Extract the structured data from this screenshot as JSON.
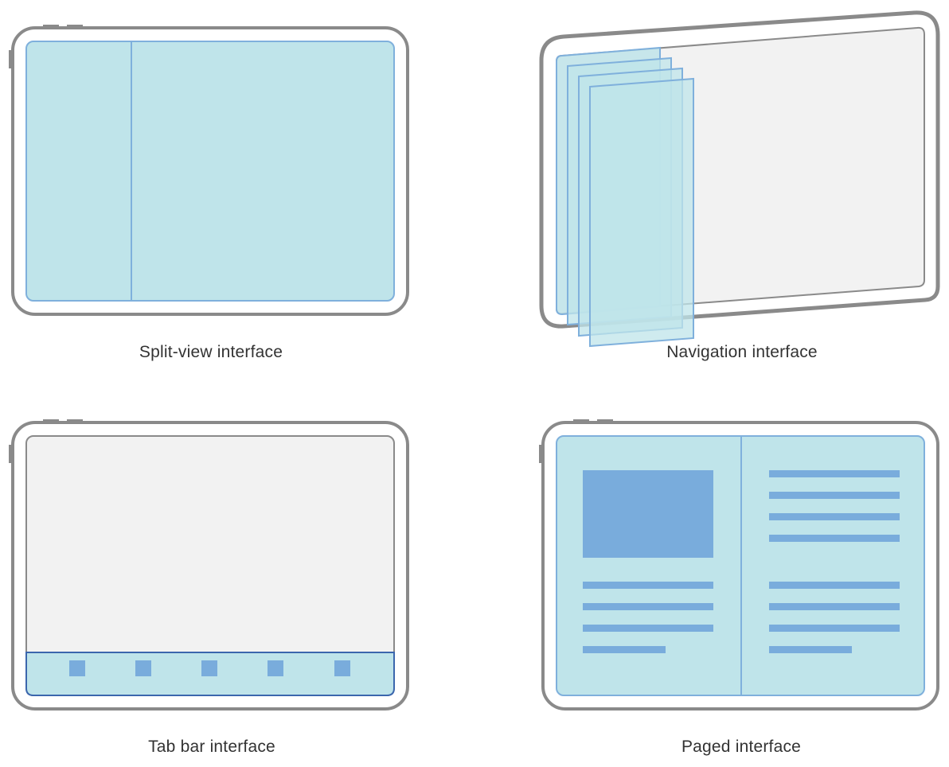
{
  "captions": {
    "split_view": "Split-view interface",
    "navigation": "Navigation interface",
    "tab_bar": "Tab bar interface",
    "paged": "Paged interface"
  },
  "colors": {
    "device_frame": "#8a8a8a",
    "device_screen": "#f2f2f2",
    "content_fill": "#bfe4ea",
    "content_border": "#7fb0dc",
    "accent_blue": "#79acdc",
    "tab_bar_border": "#3b66ad",
    "caption_text": "#333333"
  },
  "tab_bar": {
    "tab_count": 5
  },
  "paged": {
    "left_page_text_lines": 4,
    "right_page_text_lines": 8
  },
  "navigation": {
    "stacked_views": 4
  }
}
